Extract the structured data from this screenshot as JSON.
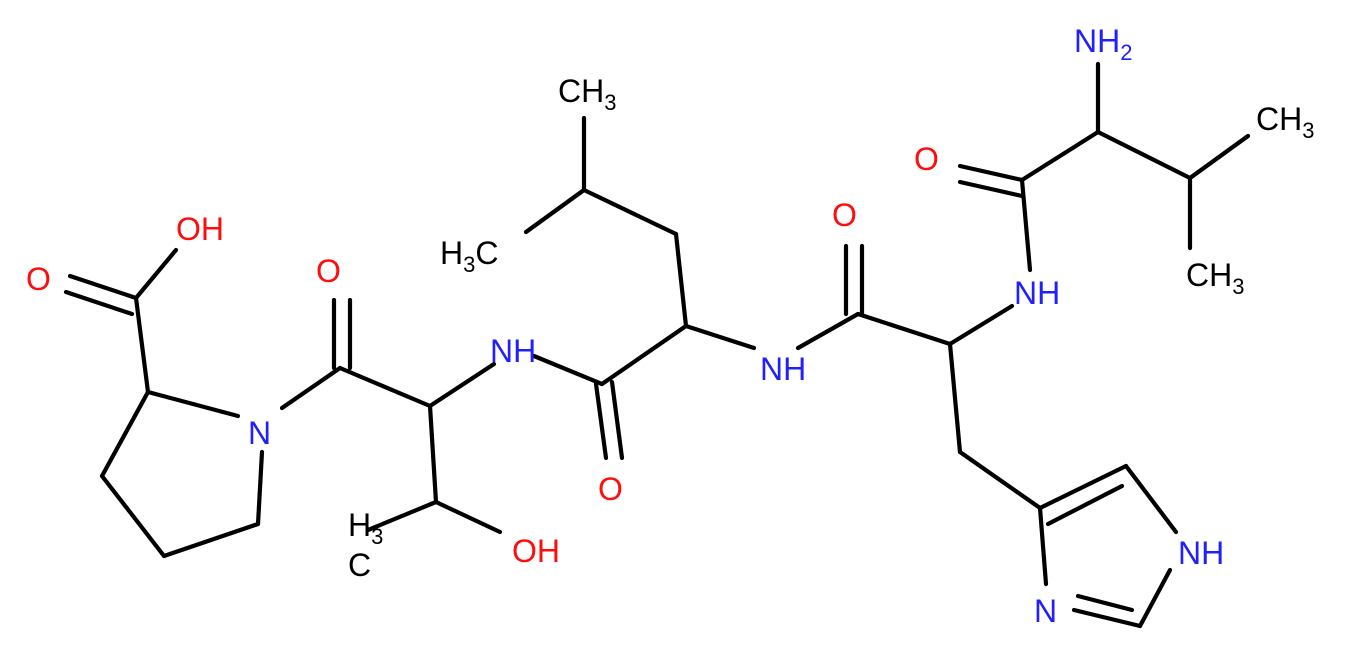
{
  "colors": {
    "carbon": "#000000",
    "oxygen": "#ff0d0d",
    "nitrogen": "#2020ff",
    "background": "#ffffff"
  },
  "labels": {
    "amino_n": {
      "main": "NH",
      "sub": "2"
    },
    "valine_ch3_top": {
      "main": "CH",
      "sub": "3"
    },
    "valine_ch3_bottom": {
      "main": "CH",
      "sub": "3"
    },
    "valine_carbonyl_o": "O",
    "nh_his": "NH",
    "his_carbonyl_o": "O",
    "nh_leu": "NH",
    "leu_ch3_top": {
      "main": "CH",
      "sub": "3"
    },
    "leu_ch3_left": {
      "main": "H",
      "sub": "3",
      "tail": "C"
    },
    "leu_carbonyl_o": "O",
    "nh_thr": "NH",
    "thr_carbonyl_o": "O",
    "thr_ch3": {
      "main": "H",
      "sub": "3",
      "tail": "C"
    },
    "thr_oh": "OH",
    "pro_n": "N",
    "acid_o": "O",
    "acid_oh": "OH",
    "imidazole_nh": "NH",
    "imidazole_n": "N"
  }
}
